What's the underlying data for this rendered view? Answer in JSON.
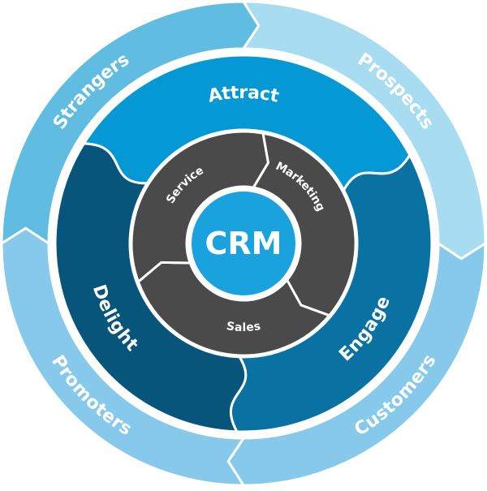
{
  "center": {
    "label": "CRM"
  },
  "inner_ring": [
    {
      "label": "Marketing",
      "color": "#4a4a4a"
    },
    {
      "label": "Sales",
      "color": "#4a4a4a"
    },
    {
      "label": "Service",
      "color": "#4a4a4a"
    }
  ],
  "middle_ring": [
    {
      "label": "Attract",
      "color": "#0499d5"
    },
    {
      "label": "Engage",
      "color": "#0a72a3"
    },
    {
      "label": "Delight",
      "color": "#07557a"
    }
  ],
  "outer_ring": [
    {
      "label": "Strangers",
      "color": "#61bce2"
    },
    {
      "label": "Prospects",
      "color": "#a8dcf0"
    },
    {
      "label": "Customers",
      "color": "#86c9ea"
    },
    {
      "label": "Promoters",
      "color": "#86c9ea"
    }
  ],
  "colors": {
    "center_fill": "#1aa2de",
    "center_ring": "#ffffff",
    "separator": "#ffffff",
    "text": "#ffffff"
  }
}
